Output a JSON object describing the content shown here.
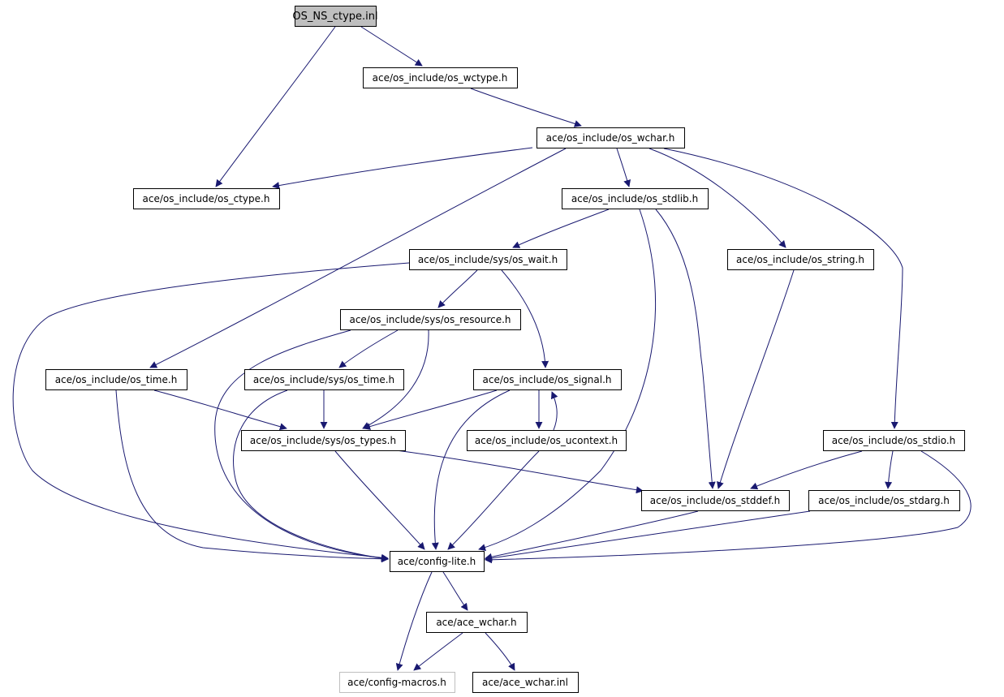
{
  "graph": {
    "root": "OS_NS_ctype.inl",
    "colors": {
      "edge": "#191970",
      "root_fill": "#bfbfbf",
      "node_border": "#000000",
      "ghost_border": "#bfbfbf"
    },
    "nodes": [
      {
        "id": "n0",
        "label": "OS_NS_ctype.inl"
      },
      {
        "id": "n1",
        "label": "ace/os_include/os_wctype.h"
      },
      {
        "id": "n2",
        "label": "ace/os_include/os_wchar.h"
      },
      {
        "id": "n3",
        "label": "ace/os_include/os_ctype.h"
      },
      {
        "id": "n4",
        "label": "ace/os_include/os_stdlib.h"
      },
      {
        "id": "n5",
        "label": "ace/os_include/sys/os_wait.h"
      },
      {
        "id": "n6",
        "label": "ace/os_include/os_string.h"
      },
      {
        "id": "n7",
        "label": "ace/os_include/sys/os_resource.h"
      },
      {
        "id": "n8",
        "label": "ace/os_include/os_time.h"
      },
      {
        "id": "n9",
        "label": "ace/os_include/sys/os_time.h"
      },
      {
        "id": "n10",
        "label": "ace/os_include/os_signal.h"
      },
      {
        "id": "n11",
        "label": "ace/os_include/sys/os_types.h"
      },
      {
        "id": "n12",
        "label": "ace/os_include/os_ucontext.h"
      },
      {
        "id": "n13",
        "label": "ace/os_include/os_stdio.h"
      },
      {
        "id": "n14",
        "label": "ace/os_include/os_stddef.h"
      },
      {
        "id": "n15",
        "label": "ace/os_include/os_stdarg.h"
      },
      {
        "id": "n16",
        "label": "ace/config-lite.h"
      },
      {
        "id": "n17",
        "label": "ace/ace_wchar.h"
      },
      {
        "id": "n18",
        "label": "ace/config-macros.h"
      },
      {
        "id": "n19",
        "label": "ace/ace_wchar.inl"
      }
    ],
    "edges": [
      [
        "n0",
        "n1"
      ],
      [
        "n0",
        "n3"
      ],
      [
        "n1",
        "n2"
      ],
      [
        "n2",
        "n3"
      ],
      [
        "n2",
        "n4"
      ],
      [
        "n2",
        "n6"
      ],
      [
        "n2",
        "n8"
      ],
      [
        "n2",
        "n13"
      ],
      [
        "n4",
        "n5"
      ],
      [
        "n4",
        "n14"
      ],
      [
        "n4",
        "n16"
      ],
      [
        "n5",
        "n7"
      ],
      [
        "n5",
        "n10"
      ],
      [
        "n5",
        "n16"
      ],
      [
        "n6",
        "n14"
      ],
      [
        "n7",
        "n9"
      ],
      [
        "n7",
        "n11"
      ],
      [
        "n7",
        "n16"
      ],
      [
        "n8",
        "n11"
      ],
      [
        "n8",
        "n16"
      ],
      [
        "n9",
        "n11"
      ],
      [
        "n9",
        "n16"
      ],
      [
        "n10",
        "n11"
      ],
      [
        "n10",
        "n12"
      ],
      [
        "n10",
        "n16"
      ],
      [
        "n12",
        "n10"
      ],
      [
        "n12",
        "n16"
      ],
      [
        "n11",
        "n14"
      ],
      [
        "n11",
        "n16"
      ],
      [
        "n13",
        "n14"
      ],
      [
        "n13",
        "n15"
      ],
      [
        "n13",
        "n16"
      ],
      [
        "n14",
        "n16"
      ],
      [
        "n15",
        "n16"
      ],
      [
        "n16",
        "n17"
      ],
      [
        "n16",
        "n18"
      ],
      [
        "n17",
        "n18"
      ],
      [
        "n17",
        "n19"
      ]
    ]
  }
}
